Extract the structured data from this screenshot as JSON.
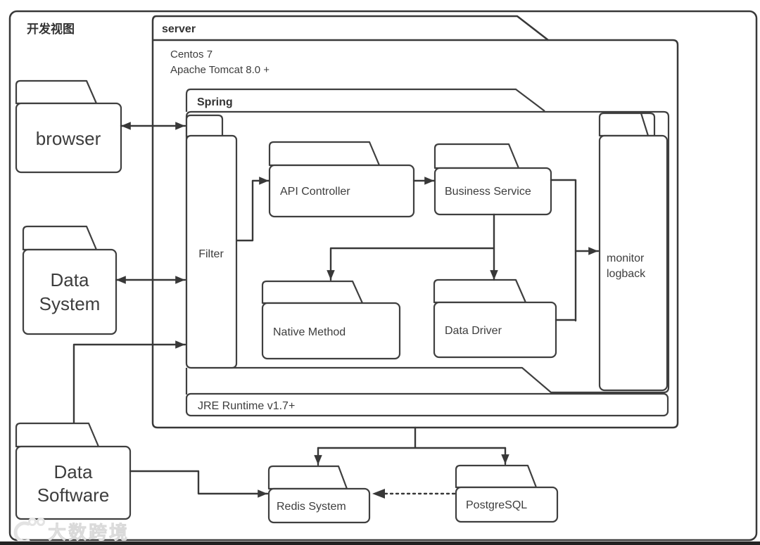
{
  "page": {
    "view_label": "开发视图",
    "watermark": "大数跨境"
  },
  "server": {
    "label": "server",
    "os_line": "Centos 7",
    "tomcat_line": "Apache Tomcat 8.0 +",
    "jre_label": "JRE Runtime v1.7+",
    "spring": {
      "label": "Spring",
      "filter": "Filter",
      "api_controller": "API Controller",
      "business_service": "Business Service",
      "native_method": "Native Method",
      "data_driver": "Data Driver",
      "monitor_line1": "monitor",
      "monitor_line2": "logback"
    }
  },
  "external": {
    "browser": "browser",
    "data_system_line1": "Data",
    "data_system_line2": "System",
    "data_software_line1": "Data",
    "data_software_line2": "Software",
    "redis": "Redis System",
    "postgresql": "PostgreSQL"
  },
  "colors": {
    "stroke": "#383838",
    "text": "#3d3d3d",
    "background": "#ffffff",
    "watermark_text": "#efefef",
    "bottom_bar": "#222222"
  }
}
